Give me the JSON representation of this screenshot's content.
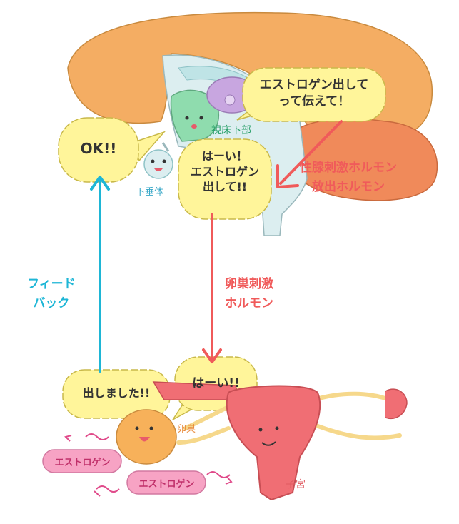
{
  "bubbles": {
    "hypothalamus_speech": [
      "エストロゲン出して",
      "って伝えて！"
    ],
    "pituitary_ok": "OK!!",
    "pituitary_reply": [
      "はーい！",
      "エストロゲン",
      "出して!!"
    ],
    "ovary_done": "出しました!!",
    "ovary_reply": "はーい!!"
  },
  "labels": {
    "hypothalamus": "視床下部",
    "pituitary": "下垂体",
    "ovary": "卵巣",
    "uterus": "子宮",
    "gnrh": [
      "性腺刺激ホルモン",
      "放出ホルモン"
    ],
    "fsh": [
      "卵巣刺激",
      "ホルモン"
    ],
    "feedback": [
      "フィード",
      "バック"
    ],
    "estrogen_1": "エストロゲン",
    "estrogen_2": "エストロゲン"
  },
  "colors": {
    "brain_orange": "#f4ad63",
    "cerebellum": "#f08a5a",
    "brainstem": "#dceef0",
    "ventricle": "#bfe4e6",
    "hypothalamus_green": "#8fdcae",
    "thalamus_purple": "#c8a6e0",
    "bubble_yellow": "#fff59a",
    "red_arrow": "#f05a5a",
    "blue_arrow": "#1eb6d6",
    "uterus_pink": "#f06e74",
    "ovary_orange": "#f7b15a",
    "estrogen_pink": "#f7a3c4",
    "tube_yellow": "#f6d88b"
  }
}
